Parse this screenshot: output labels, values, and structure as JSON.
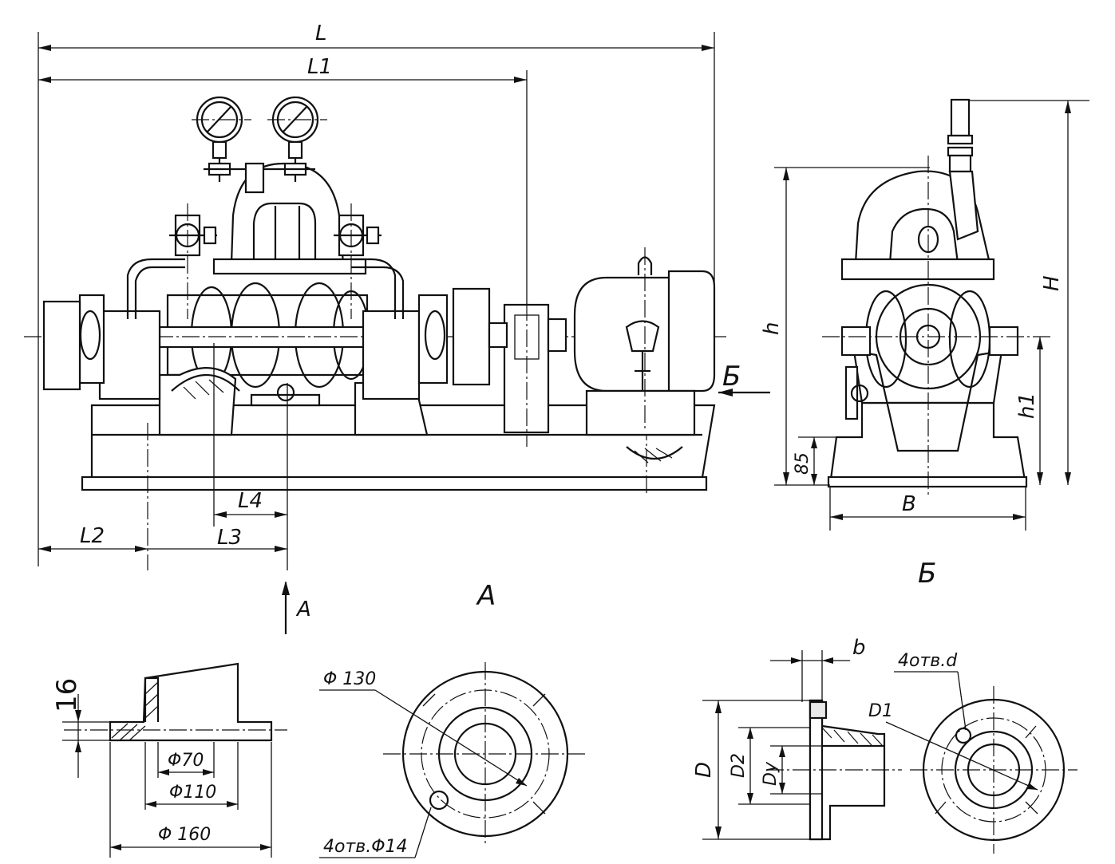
{
  "main_view": {
    "dims": {
      "L": "L",
      "L1": "L1",
      "L2": "L2",
      "L3": "L3",
      "L4": "L4"
    },
    "view_arrow_A": "A",
    "view_arrow_B": "Б"
  },
  "side_view": {
    "dims": {
      "H": "H",
      "h": "h",
      "h1": "h1",
      "d85": "85",
      "B": "B"
    },
    "caption": "Б"
  },
  "detail_A": {
    "caption": "A",
    "dims": {
      "thk": "16",
      "d70": "Φ70",
      "d110": "Φ110",
      "d160": "Φ 160",
      "d130": "Φ 130",
      "holes": "4отв.Φ14"
    }
  },
  "detail_flange": {
    "dims": {
      "b": "b",
      "holes": "4отв.d",
      "D1": "D1",
      "D": "D",
      "D2": "D2",
      "Dy": "Dy"
    }
  },
  "colors": {
    "ink": "#111111",
    "paper": "#ffffff"
  }
}
